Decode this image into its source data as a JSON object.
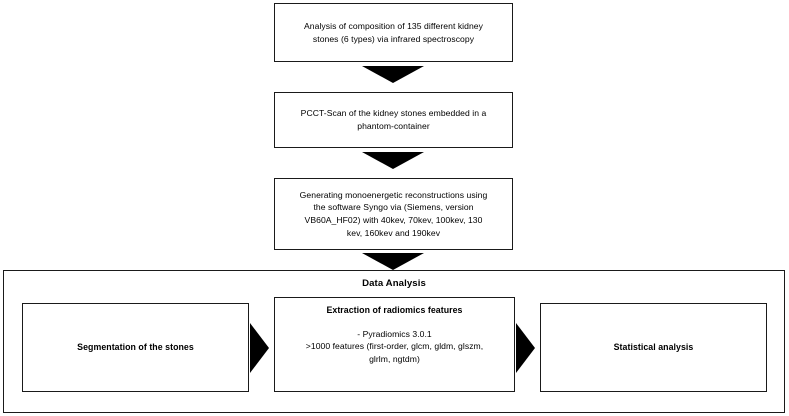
{
  "figure": {
    "type": "flowchart",
    "orientation": "top-to-bottom with horizontal sub-flow",
    "steps": [
      {
        "id": "infrared-spectroscopy",
        "text": "Analysis of composition of 135 different kidney\nstones (6 types) via infrared spectroscopy"
      },
      {
        "id": "pcct-scan",
        "text": "PCCT-Scan of the kidney stones embedded in a\nphantom-container"
      },
      {
        "id": "monoenergetic-reconstructions",
        "text": "Generating monoenergetic reconstructions using\nthe software Syngo via (Siemens, version\nVB60A_HF02) with 40kev, 70kev, 100kev, 130\nkev, 160kev and 190kev"
      }
    ]
  },
  "data_analysis": {
    "title": "Data Analysis",
    "boxes": [
      {
        "id": "segmentation",
        "title": "Segmentation of the stones",
        "body": ""
      },
      {
        "id": "extraction",
        "title": "Extraction of radiomics features",
        "body": "- Pyradiomics 3.0.1\n>1000 features (first-order, glcm, gldm, glszm,\nglrlm, ngtdm)"
      },
      {
        "id": "statistics",
        "title": "Statistical analysis",
        "body": ""
      }
    ]
  },
  "connectors": {
    "down_arrow_1": "down-arrow",
    "down_arrow_2": "down-arrow",
    "down_arrow_3": "down-arrow",
    "right_arrow_1": "right-arrow",
    "right_arrow_2": "right-arrow"
  },
  "colors": {
    "stroke": "#1a1a1a",
    "fill": "#ffffff",
    "arrow": "#000000",
    "text": "#000000"
  }
}
